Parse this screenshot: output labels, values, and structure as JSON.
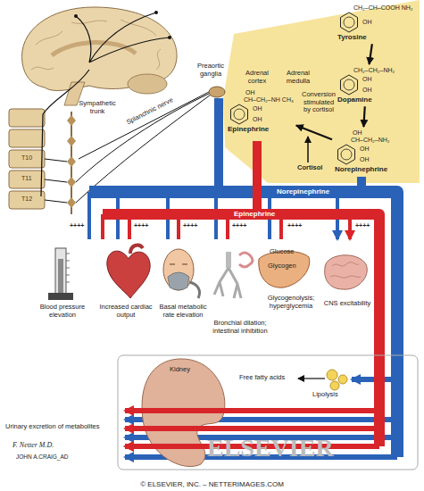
{
  "diagram": {
    "nodes": [
      {
        "text": [
          "CH₂–CH–COOH",
          "NH₂",
          "OH",
          "Tyrosine"
        ]
      },
      {
        "text": [
          "CH₂–CH₂–NH₂",
          "OH",
          "OH",
          "Dopamine"
        ]
      },
      {
        "text": [
          "OH",
          "CH–CH₂–NH₂",
          "OH",
          "OH",
          "Norepinephrine"
        ]
      },
      {
        "text": [
          "OH",
          "CH–CH₂–NH",
          "CH₃",
          "OH",
          "OH",
          "Epinephrine"
        ]
      }
    ],
    "edges": [
      {
        "from": 0,
        "to": 1,
        "arrow": "to"
      },
      {
        "from": 1,
        "to": 2,
        "arrow": "to"
      },
      {
        "from": 2,
        "to": 3,
        "arrow": "to"
      }
    ],
    "labels": [
      "Preaortic ganglia",
      "Splanchnic nerve",
      "Sympathetic trunk",
      "T10",
      "T11",
      "T12",
      "Adrenal cortex",
      "Adrenal medulla",
      "Conversion stimulated by cortisol",
      "Cortisol",
      "Norepinephrine",
      "Epinephrine",
      "++++",
      "++++",
      "++++",
      "++++",
      "++++",
      "++++",
      "Blood pressure elevation",
      "Increased cardiac output",
      "Basal metabolic rate elevation",
      "Bronchial dilation; intestinal inhibition",
      "Glucose",
      "Glycogen",
      "Glycogenolysis; hyperglycemia",
      "CNS excitability",
      "Kidney",
      "Free fatty acids",
      "Lipolysis",
      "Urinary excretion of metabolites",
      "F. Netter M.D.",
      "JOHN A.CRAIG_AD",
      "ELSEVIER",
      "© ELSEVIER, INC. – NETTERIMAGES.COM"
    ]
  }
}
